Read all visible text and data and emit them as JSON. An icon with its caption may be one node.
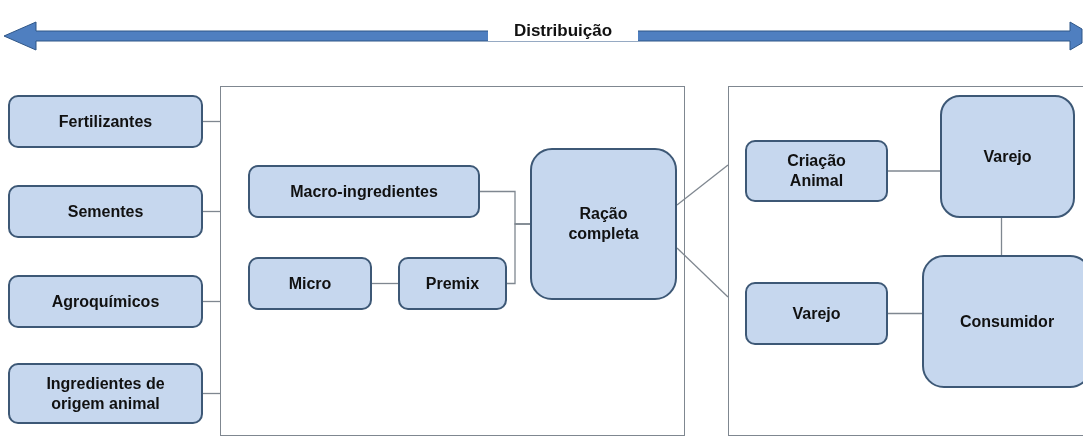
{
  "diagram": {
    "nodes": [
      {
        "text": [
          "Fertilizantes"
        ]
      },
      {
        "text": [
          "Sementes"
        ]
      },
      {
        "text": [
          "Agroquímicos"
        ]
      },
      {
        "text": [
          "Ingredientes de origem animal"
        ]
      },
      {
        "text": [],
        "shape": "box"
      },
      {
        "text": [
          "Macro-ingredientes"
        ],
        "in": 4
      },
      {
        "text": [
          "Micro"
        ],
        "in": 4
      },
      {
        "text": [
          "Premix"
        ],
        "in": 4
      },
      {
        "text": [
          "Ração completa"
        ],
        "in": 4
      },
      {
        "text": [],
        "shape": "box"
      },
      {
        "text": [
          "Criação Animal"
        ],
        "in": 9
      },
      {
        "text": [
          "Varejo"
        ],
        "in": 9
      },
      {
        "text": [
          "Varejo"
        ],
        "in": 9
      },
      {
        "text": [
          "Consumidor"
        ],
        "in": 9
      }
    ],
    "edges": [
      {
        "from": 0,
        "to": 4,
        "arrow": "none"
      },
      {
        "from": 1,
        "to": 4,
        "arrow": "none"
      },
      {
        "from": 2,
        "to": 4,
        "arrow": "none"
      },
      {
        "from": 3,
        "to": 4,
        "arrow": "none"
      },
      {
        "from": 5,
        "to": 8,
        "arrow": "none"
      },
      {
        "from": 7,
        "to": 8,
        "arrow": "none"
      },
      {
        "from": 6,
        "to": 7,
        "arrow": "none"
      },
      {
        "from": 8,
        "to": 9,
        "arrow": "none"
      },
      {
        "from": 8,
        "to": 9,
        "arrow": "none"
      },
      {
        "from": 10,
        "to": 11,
        "arrow": "none"
      },
      {
        "from": 12,
        "to": 13,
        "arrow": "none"
      },
      {
        "from": 11,
        "to": 13,
        "arrow": "none"
      }
    ],
    "labels": [
      "Distribuição"
    ]
  }
}
